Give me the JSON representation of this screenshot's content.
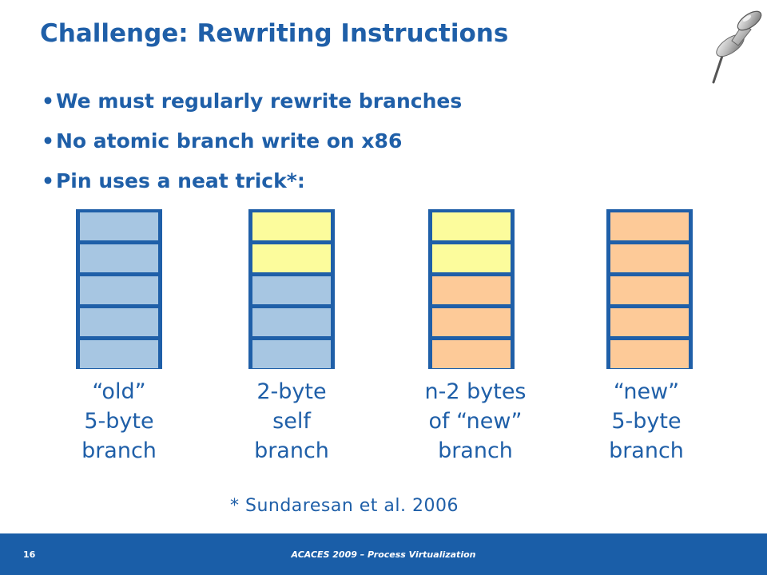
{
  "slide": {
    "title": "Challenge: Rewriting Instructions",
    "bullet_glyph": "•",
    "bullets": [
      "We must regularly rewrite branches",
      "No atomic branch write on x86",
      "Pin uses a neat trick*:"
    ],
    "pin_icon": "pushpin-icon"
  },
  "diagram": {
    "colors": {
      "frame": "#1f5fa8",
      "old": "#a7c6e2",
      "self": "#fcfc9c",
      "new": "#fdca98"
    },
    "stacks": [
      {
        "cells": [
          "blue",
          "blue",
          "blue",
          "blue",
          "blue"
        ],
        "label_lines": [
          "“old”",
          "5-byte",
          "branch"
        ]
      },
      {
        "cells": [
          "yellow",
          "yellow",
          "blue",
          "blue",
          "blue"
        ],
        "label_lines": [
          "2-byte",
          "self",
          "branch"
        ]
      },
      {
        "cells": [
          "yellow",
          "yellow",
          "orange",
          "orange",
          "orange"
        ],
        "label_lines": [
          "n-2 bytes",
          "of “new”",
          "branch"
        ]
      },
      {
        "cells": [
          "orange",
          "orange",
          "orange",
          "orange",
          "orange"
        ],
        "label_lines": [
          "“new”",
          "5-byte",
          "branch"
        ]
      }
    ]
  },
  "footnote": "* Sundaresan et al. 2006",
  "footer": {
    "page_number": "16",
    "text": "ACACES 2009 – Process Virtualization"
  }
}
